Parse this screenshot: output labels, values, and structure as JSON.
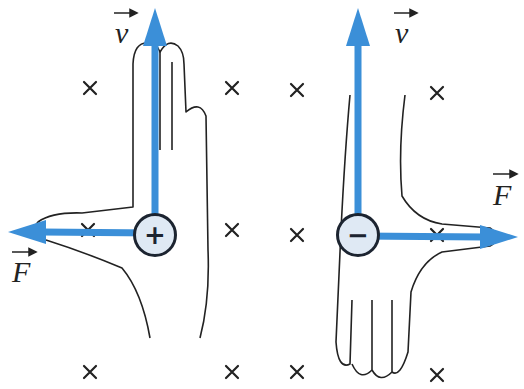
{
  "diagram": {
    "nodes": [
      {
        "text": [
          "+"
        ]
      },
      {
        "text": [
          "−"
        ]
      }
    ],
    "labels": [
      "v",
      "v",
      "F",
      "F"
    ]
  }
}
